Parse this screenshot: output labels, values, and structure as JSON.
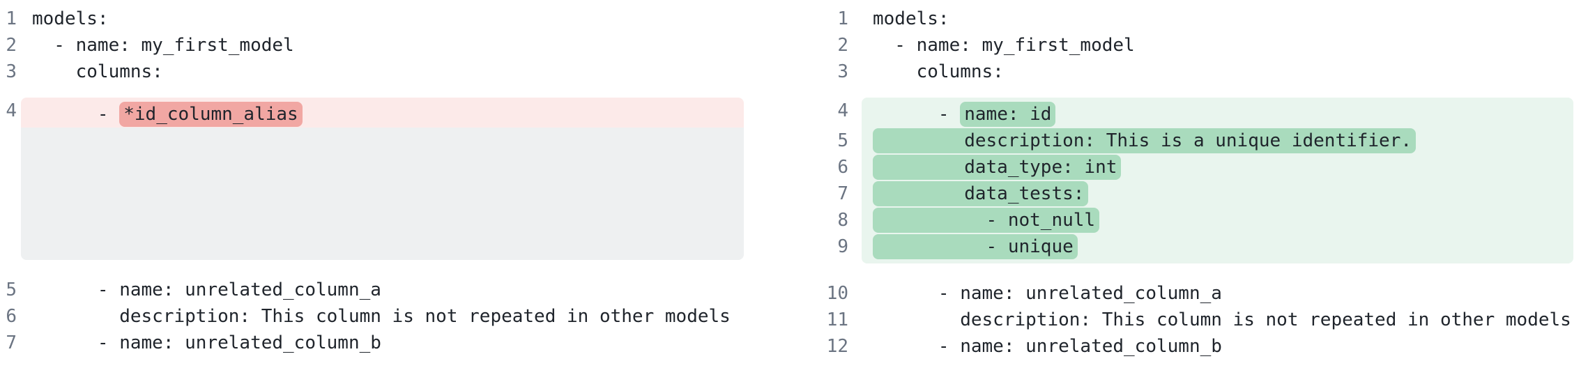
{
  "colors": {
    "removed_line_bg": "#fceae9",
    "removed_word_bg": "#f1a7a3",
    "added_line_bg": "#e9f5ee",
    "added_word_bg": "#a9dbbd",
    "filler_bg": "#eef0f1",
    "line_number": "#6b7482",
    "code_text": "#1f242b"
  },
  "panels": {
    "left": {
      "lines": [
        {
          "num": "1",
          "type": "context",
          "segments": [
            {
              "t": "models:"
            }
          ]
        },
        {
          "num": "2",
          "type": "context",
          "segments": [
            {
              "t": "  - name: my_first_model"
            }
          ]
        },
        {
          "num": "3",
          "type": "context",
          "segments": [
            {
              "t": "    columns:"
            }
          ]
        },
        {
          "num": "4",
          "type": "removed",
          "segments": [
            {
              "t": "      - "
            },
            {
              "t": "*id_column_alias",
              "mark": true
            }
          ]
        },
        {
          "type": "filler",
          "segments": []
        },
        {
          "num": "5",
          "type": "context",
          "segments": [
            {
              "t": "      - name: unrelated_column_a"
            }
          ]
        },
        {
          "num": "6",
          "type": "context",
          "segments": [
            {
              "t": "        description: This column is not repeated in other models"
            }
          ]
        },
        {
          "num": "7",
          "type": "context",
          "segments": [
            {
              "t": "      - name: unrelated_column_b"
            }
          ]
        }
      ]
    },
    "right": {
      "lines": [
        {
          "num": "1",
          "type": "context",
          "segments": [
            {
              "t": "models:"
            }
          ]
        },
        {
          "num": "2",
          "type": "context",
          "segments": [
            {
              "t": "  - name: my_first_model"
            }
          ]
        },
        {
          "num": "3",
          "type": "context",
          "segments": [
            {
              "t": "    columns:"
            }
          ]
        },
        {
          "num": "4",
          "type": "added",
          "segments": [
            {
              "t": "      - "
            },
            {
              "t": "name: id",
              "mark": true
            }
          ]
        },
        {
          "num": "5",
          "type": "added",
          "segments": [
            {
              "t": "        description: This is a unique identifier.",
              "mark": true
            }
          ]
        },
        {
          "num": "6",
          "type": "added",
          "segments": [
            {
              "t": "        data_type: int",
              "mark": true
            }
          ]
        },
        {
          "num": "7",
          "type": "added",
          "segments": [
            {
              "t": "        data_tests:",
              "mark": true
            }
          ]
        },
        {
          "num": "8",
          "type": "added",
          "segments": [
            {
              "t": "          - not_null",
              "mark": true
            }
          ]
        },
        {
          "num": "9",
          "type": "added",
          "segments": [
            {
              "t": "          - unique",
              "mark": true
            }
          ]
        },
        {
          "num": "10",
          "type": "context",
          "segments": [
            {
              "t": "      - name: unrelated_column_a"
            }
          ]
        },
        {
          "num": "11",
          "type": "context",
          "segments": [
            {
              "t": "        description: This column is not repeated in other models"
            }
          ]
        },
        {
          "num": "12",
          "type": "context",
          "segments": [
            {
              "t": "      - name: unrelated_column_b"
            }
          ]
        }
      ]
    }
  }
}
